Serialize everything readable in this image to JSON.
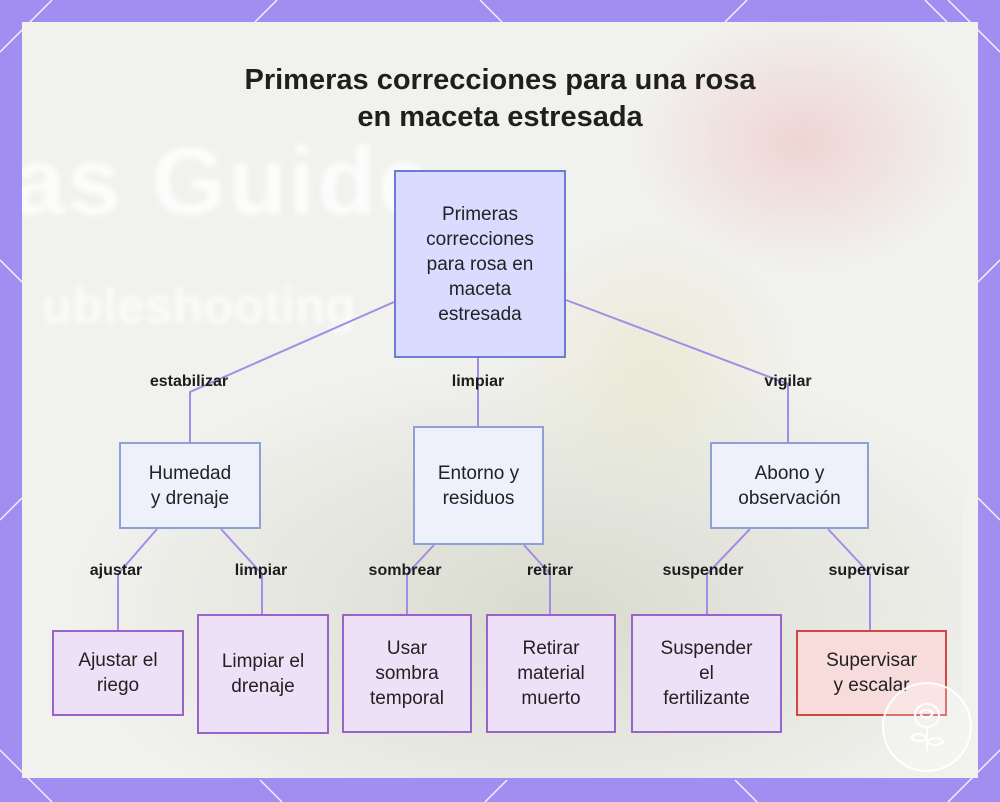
{
  "title": [
    "Primeras correcciones para una rosa",
    "en maceta estresada"
  ],
  "background_brand": [
    "as Guide",
    "ubleshooting"
  ],
  "diagram": {
    "root": {
      "lines": [
        "Primeras",
        "correcciones",
        "para rosa en",
        "maceta",
        "estresada"
      ]
    },
    "branches": [
      {
        "edge_label": "estabilizar",
        "lines": [
          "Humedad",
          "y drenaje"
        ],
        "children": [
          {
            "edge_label": "ajustar",
            "lines": [
              "Ajustar el",
              "riego"
            ]
          },
          {
            "edge_label": "limpiar",
            "lines": [
              "Limpiar el",
              "drenaje"
            ]
          }
        ]
      },
      {
        "edge_label": "limpiar",
        "lines": [
          "Entorno y",
          "residuos"
        ],
        "children": [
          {
            "edge_label": "sombrear",
            "lines": [
              "Usar",
              "sombra",
              "temporal"
            ]
          },
          {
            "edge_label": "retirar",
            "lines": [
              "Retirar",
              "material",
              "muerto"
            ]
          }
        ]
      },
      {
        "edge_label": "vigilar",
        "lines": [
          "Abono y",
          "observación"
        ],
        "children": [
          {
            "edge_label": "suspender",
            "lines": [
              "Suspender",
              "el",
              "fertilizante"
            ]
          },
          {
            "edge_label": "supervisar",
            "lines": [
              "Supervisar",
              "y escalar"
            ],
            "highlight": true
          }
        ]
      }
    ]
  },
  "colors": {
    "frame": "#a18ef0",
    "edge": "#a58be8",
    "root_fill": "#d9dbff",
    "mid_fill": "#eef1fb",
    "leaf_fill": "#ede1f7",
    "alert_border": "#d14646"
  },
  "icons": {
    "logo": "rose-logo-icon"
  }
}
